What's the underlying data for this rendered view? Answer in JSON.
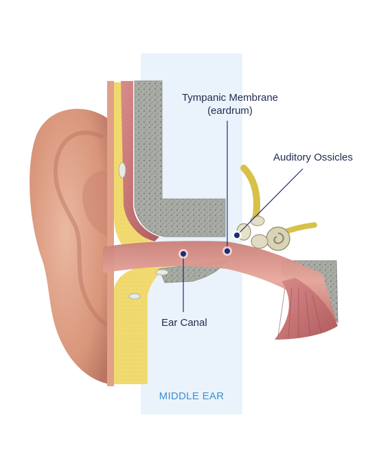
{
  "labels": {
    "tympanic_line1": "Tympanic Membrane",
    "tympanic_line2": "(eardrum)",
    "ossicles": "Auditory Ossicles",
    "ear_canal": "Ear Canal",
    "middle_ear": "MIDDLE EAR"
  },
  "colors": {
    "middle_ear_band": "#eaf3fb",
    "skin": "#e4a98f",
    "cartilage": "#f2dc72",
    "bone": "#a7aaa3",
    "nerve": "#d8c24a",
    "muscle": "#c97b78",
    "label_text": "#1f2a4d",
    "middle_ear_text": "#3d8fd0",
    "marker": "#1e2a78"
  }
}
